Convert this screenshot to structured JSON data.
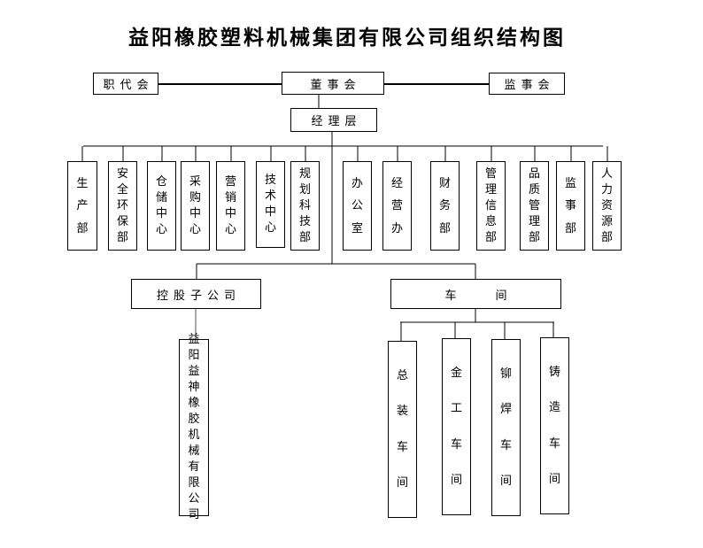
{
  "title": "益阳橡胶塑料机械集团有限公司组织结构图",
  "top_level": {
    "workers_congress": "职代会",
    "board_of_directors": "董事会",
    "board_of_supervisors": "监事会"
  },
  "management": "经理层",
  "departments": [
    {
      "label": "生产部"
    },
    {
      "label": "安全环保部"
    },
    {
      "label": "仓储中心"
    },
    {
      "label": "采购中心"
    },
    {
      "label": "营销中心"
    },
    {
      "label": "技术中心"
    },
    {
      "label": "规划科技部"
    },
    {
      "label": "办公室"
    },
    {
      "label": "经营办"
    },
    {
      "label": "财务部"
    },
    {
      "label": "管理信息部"
    },
    {
      "label": "品质管理部"
    },
    {
      "label": "监事部"
    },
    {
      "label": "人力资源部"
    }
  ],
  "subsidiary_group": {
    "label": "控股子公司",
    "children": [
      {
        "label": "益阳益神橡胶机械有限公司"
      }
    ]
  },
  "workshop_group": {
    "label": "车　　间",
    "children": [
      {
        "label": "总装车间"
      },
      {
        "label": "金工车间"
      },
      {
        "label": "铆焊车间"
      },
      {
        "label": "铸造车间"
      }
    ]
  },
  "colors": {
    "line": "#000000",
    "background": "#ffffff",
    "text": "#000000"
  }
}
